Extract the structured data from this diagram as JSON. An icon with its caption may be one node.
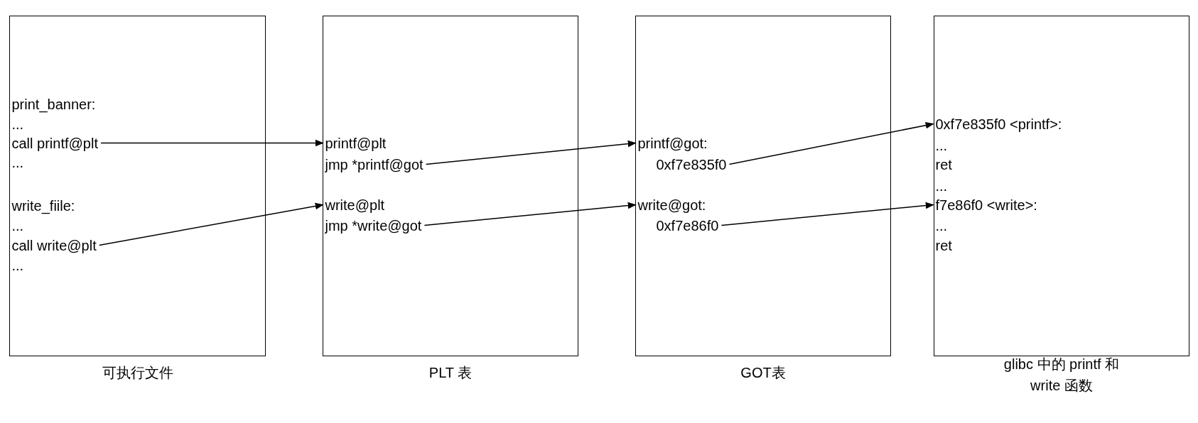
{
  "diagram": {
    "nodes": [
      {
        "text": [],
        "shape": "box",
        "beside": [
          "可执行文件"
        ]
      },
      {
        "text": [
          "print_banner:"
        ],
        "in": 0
      },
      {
        "text": [
          "..."
        ],
        "in": 0
      },
      {
        "text": [
          "call printf@plt"
        ],
        "in": 0
      },
      {
        "text": [
          "..."
        ],
        "in": 0
      },
      {
        "text": [
          "write_fiile:"
        ],
        "in": 0
      },
      {
        "text": [
          "..."
        ],
        "in": 0
      },
      {
        "text": [
          "call write@plt"
        ],
        "in": 0
      },
      {
        "text": [
          "..."
        ],
        "in": 0
      },
      {
        "text": [],
        "shape": "box",
        "beside": [
          "PLT 表"
        ]
      },
      {
        "text": [
          "printf@plt"
        ],
        "in": 9
      },
      {
        "text": [
          "jmp *printf@got"
        ],
        "in": 9
      },
      {
        "text": [
          "write@plt"
        ],
        "in": 9
      },
      {
        "text": [
          "jmp *write@got"
        ],
        "in": 9
      },
      {
        "text": [],
        "shape": "box",
        "beside": [
          "GOT表"
        ]
      },
      {
        "text": [
          "printf@got:"
        ],
        "in": 14
      },
      {
        "text": [
          "0xf7e835f0"
        ],
        "in": 14
      },
      {
        "text": [
          "write@got:"
        ],
        "in": 14
      },
      {
        "text": [
          "0xf7e86f0"
        ],
        "in": 14
      },
      {
        "text": [],
        "shape": "box",
        "beside": [
          "glibc 中的 printf 和 write 函数"
        ]
      },
      {
        "text": [
          "0xf7e835f0 <printf>:"
        ],
        "in": 19
      },
      {
        "text": [
          "..."
        ],
        "in": 19
      },
      {
        "text": [
          "ret"
        ],
        "in": 19
      },
      {
        "text": [
          "..."
        ],
        "in": 19
      },
      {
        "text": [
          "f7e86f0 <write>:"
        ],
        "in": 19
      },
      {
        "text": [
          "..."
        ],
        "in": 19
      },
      {
        "text": [
          "ret"
        ],
        "in": 19
      }
    ],
    "edges": [
      {
        "from": 3,
        "to": 10,
        "arrow": "to"
      },
      {
        "from": 7,
        "to": 12,
        "arrow": "to"
      },
      {
        "from": 11,
        "to": 15,
        "arrow": "to"
      },
      {
        "from": 13,
        "to": 17,
        "arrow": "to"
      },
      {
        "from": 16,
        "to": 20,
        "arrow": "to"
      },
      {
        "from": 18,
        "to": 24,
        "arrow": "to"
      }
    ]
  }
}
